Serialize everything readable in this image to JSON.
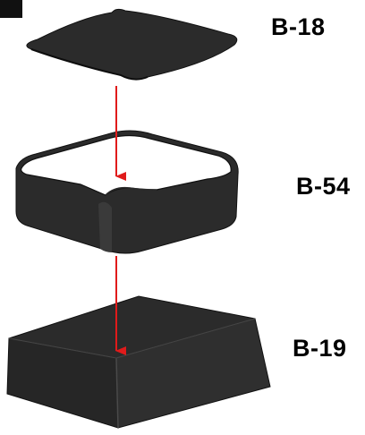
{
  "parts": [
    {
      "label": "B-18",
      "color": "#2b2b2b"
    },
    {
      "label": "B-54",
      "color": "#2b2b2b"
    },
    {
      "label": "B-19",
      "color": "#2b2b2b"
    }
  ],
  "colors": {
    "part_fill": "#2b2b2b",
    "part_shadow": "#1a1a1a",
    "arrow": "#e01b1b",
    "background": "#ffffff"
  }
}
